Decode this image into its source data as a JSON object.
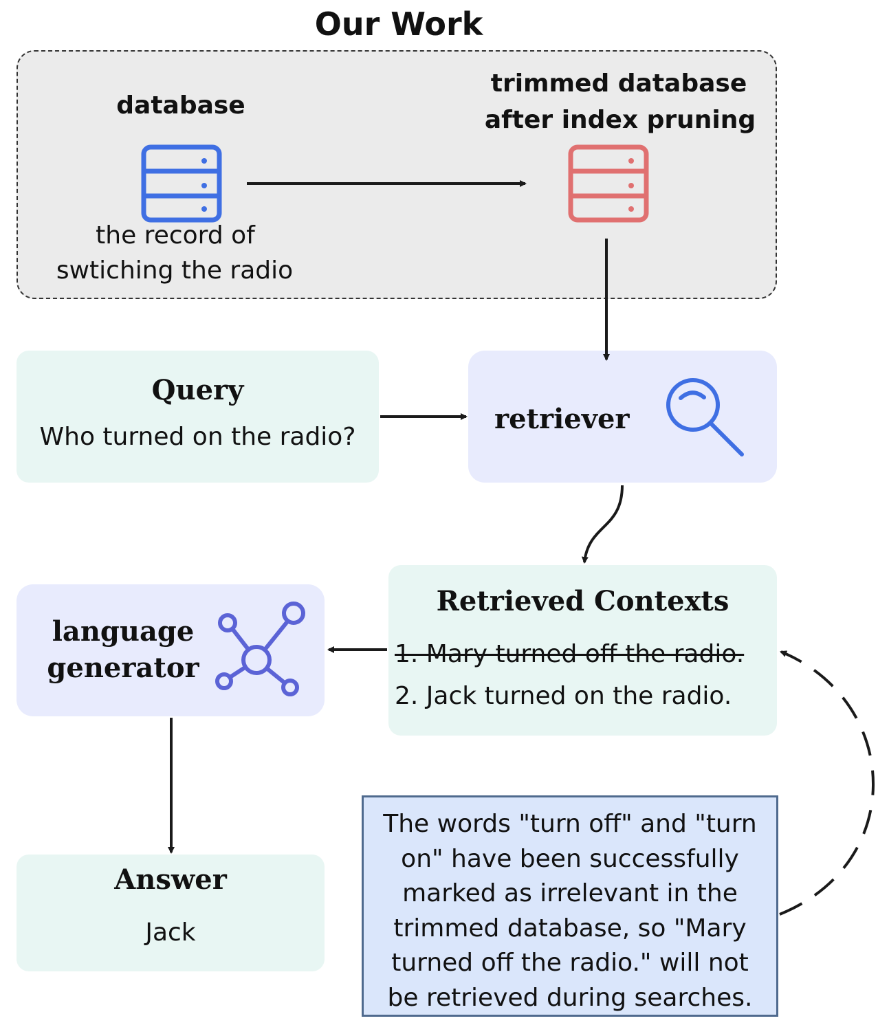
{
  "title": "Our Work",
  "database": {
    "label": "database",
    "caption_line1": "the record of",
    "caption_line2": "swtiching the radio",
    "icon": "database-icon",
    "color": "#3f6fe3"
  },
  "trimmed_database": {
    "label_line1": "trimmed database",
    "label_line2": "after index pruning",
    "icon": "database-icon",
    "color": "#e07070"
  },
  "query": {
    "title": "Query",
    "text": "Who turned on the radio?"
  },
  "retriever": {
    "label": "retriever",
    "icon": "magnifier-icon",
    "color": "#3f6fe3"
  },
  "retrieved_contexts": {
    "title": "Retrieved Contexts",
    "items": [
      {
        "text": "1. Mary turned off the radio.",
        "struck": true
      },
      {
        "text": "2. Jack turned on the radio.",
        "struck": false
      }
    ]
  },
  "language_generator": {
    "label_line1": "language",
    "label_line2": "generator",
    "icon": "network-icon",
    "color": "#5b63d6"
  },
  "answer": {
    "title": "Answer",
    "text": "Jack"
  },
  "note": {
    "text": "The words \"turn off\" and \"turn\non\" have been successfully\nmarked as irrelevant in the\ntrimmed database, so \"Mary\nturned off the radio.\" will not\nbe retrieved during searches."
  }
}
